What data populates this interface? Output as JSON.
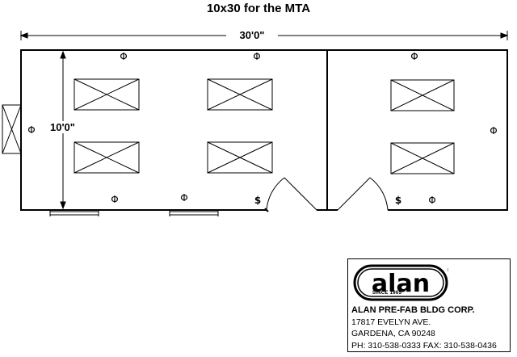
{
  "drawing": {
    "title": "10x30 for the MTA",
    "overall_length": "30'0\"",
    "overall_width": "10'0\""
  },
  "symbols": {
    "duplex_outlet": "Φ",
    "switch": "$"
  },
  "title_block": {
    "logo_text": "alan",
    "since": "SINCE 1965",
    "company": "ALAN PRE-FAB BLDG CORP.",
    "address_line1": "17817 EVELYN AVE.",
    "address_line2": "GARDENA, CA 90248",
    "phone_fax": "PH: 310-538-0333   FAX: 310-538-0436"
  }
}
